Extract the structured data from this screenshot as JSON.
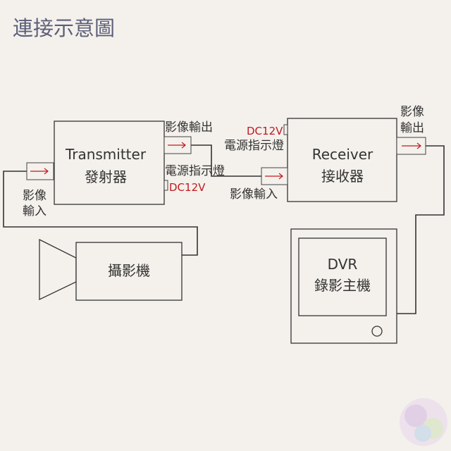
{
  "title": "連接示意圖",
  "transmitter": {
    "name": "Transmitter",
    "subtitle": "發射器"
  },
  "receiver": {
    "name": "Receiver",
    "subtitle": "接收器"
  },
  "camera": {
    "label": "攝影機"
  },
  "dvr": {
    "name": "DVR",
    "subtitle": "錄影主機"
  },
  "labels": {
    "video_out": "影像輸出",
    "video_out_line1": "影像",
    "video_out_line2": "輸出",
    "video_in": "影像輸入",
    "video_in_line1": "影像",
    "video_in_line2": "輸入",
    "power_led": "電源指示燈",
    "dc12v": "DC12V"
  },
  "colors": {
    "accent_red": "#c0191f",
    "title": "#5c5f7a",
    "background": "#f4f1ec"
  }
}
